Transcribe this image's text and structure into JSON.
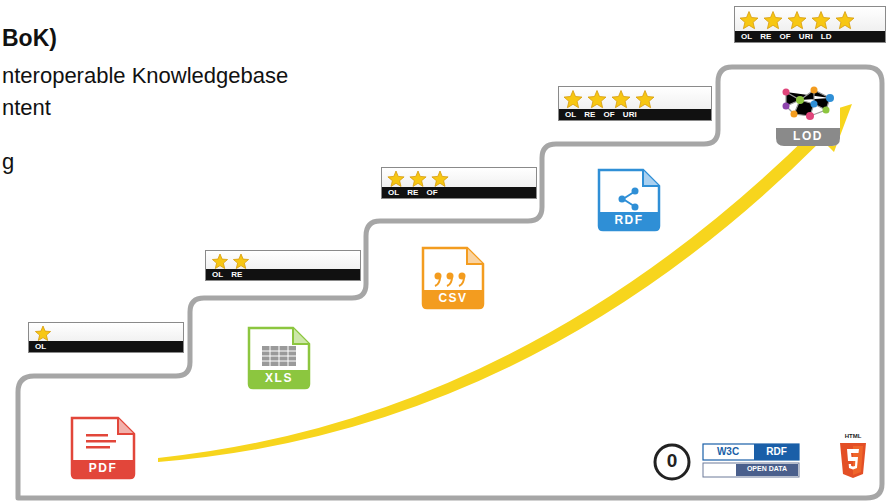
{
  "diagram": {
    "nodes": [
      {
        "text": [
          "OL"
        ]
      },
      {
        "text": [
          "OL RE"
        ]
      },
      {
        "text": [
          "OL RE OF"
        ]
      },
      {
        "text": [
          "OL RE OF URI"
        ]
      },
      {
        "text": [
          "OL RE OF URI LD"
        ]
      }
    ],
    "labels": [
      "BoK)",
      "nteroperable Knowledgebase",
      "ntent",
      "g",
      "PDF",
      "XLS",
      "CSV",
      "RDF",
      "LOD",
      "0",
      "W3C",
      "RDF",
      "OPEN DATA",
      "HTML"
    ]
  }
}
